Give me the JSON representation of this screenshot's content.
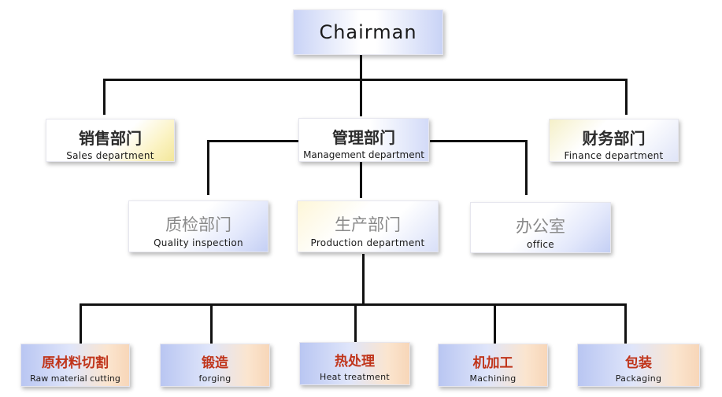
{
  "org_chart": {
    "chairman": {
      "label": "Chairman"
    },
    "sales": {
      "cn": "销售部门",
      "en": "Sales department"
    },
    "management": {
      "cn": "管理部门",
      "en": "Management department"
    },
    "finance": {
      "cn": "财务部门",
      "en": "Finance department"
    },
    "quality": {
      "cn": "质检部门",
      "en": "Quality inspection"
    },
    "production": {
      "cn": "生产部门",
      "en": "Production department"
    },
    "office": {
      "cn": "办公室",
      "en": "office"
    },
    "raw_material": {
      "cn": "原材料切割",
      "en": "Raw material cutting"
    },
    "forging": {
      "cn": "锻造",
      "en": "forging"
    },
    "heat_treatment": {
      "cn": "热处理",
      "en": "Heat treatment"
    },
    "machining": {
      "cn": "机加工",
      "en": "Machining"
    },
    "packaging": {
      "cn": "包装",
      "en": "Packaging"
    }
  }
}
